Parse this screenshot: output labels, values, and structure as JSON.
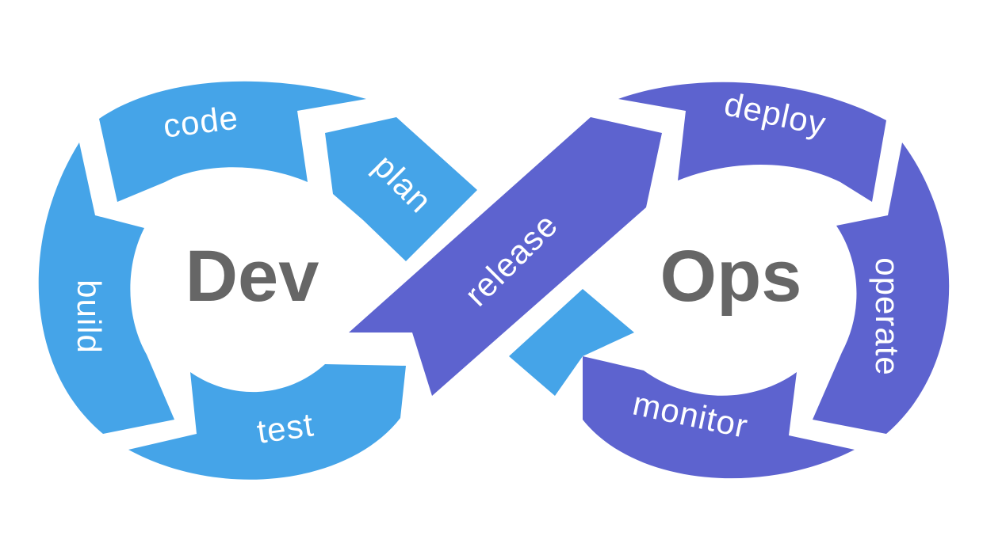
{
  "colors": {
    "dev": "#45a4e8",
    "ops": "#5d63cf",
    "center_text": "#666666",
    "segment_text": "#ffffff",
    "background": "#ffffff"
  },
  "dev_loop": {
    "center": "Dev",
    "stages": {
      "code": "code",
      "plan": "plan",
      "build": "build",
      "test": "test"
    }
  },
  "ops_loop": {
    "center": "Ops",
    "stages": {
      "deploy": "deploy",
      "operate": "operate",
      "monitor": "monitor"
    }
  },
  "bridge": {
    "release": "release"
  }
}
